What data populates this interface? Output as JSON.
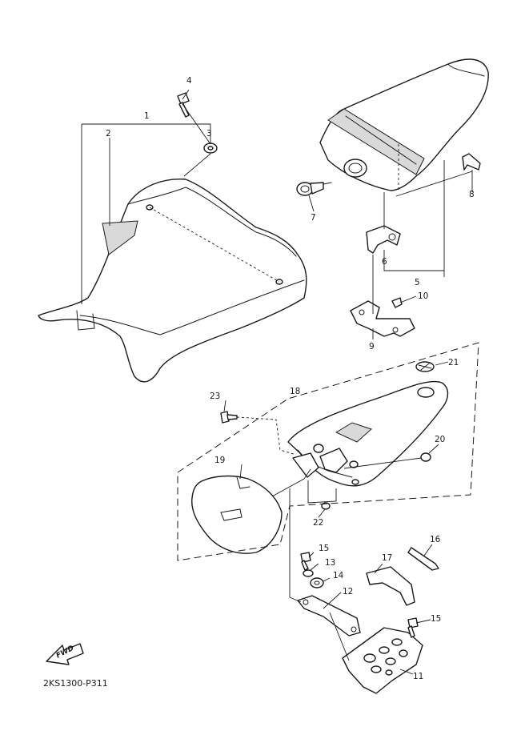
{
  "diagram": {
    "drawing_code": "2KS1300-P311",
    "direction_label": "FWD",
    "callouts": [
      {
        "id": "c1",
        "label": "1"
      },
      {
        "id": "c2",
        "label": "2"
      },
      {
        "id": "c3",
        "label": "3"
      },
      {
        "id": "c4",
        "label": "4"
      },
      {
        "id": "c5",
        "label": "5"
      },
      {
        "id": "c6",
        "label": "6"
      },
      {
        "id": "c7",
        "label": "7"
      },
      {
        "id": "c8",
        "label": "8"
      },
      {
        "id": "c9",
        "label": "9"
      },
      {
        "id": "c10",
        "label": "10"
      },
      {
        "id": "c11",
        "label": "11"
      },
      {
        "id": "c12",
        "label": "12"
      },
      {
        "id": "c13",
        "label": "13"
      },
      {
        "id": "c14",
        "label": "14"
      },
      {
        "id": "c15a",
        "label": "15"
      },
      {
        "id": "c15b",
        "label": "15"
      },
      {
        "id": "c16",
        "label": "16"
      },
      {
        "id": "c17",
        "label": "17"
      },
      {
        "id": "c18",
        "label": "18"
      },
      {
        "id": "c19",
        "label": "19"
      },
      {
        "id": "c20",
        "label": "20"
      },
      {
        "id": "c21",
        "label": "21"
      },
      {
        "id": "c22",
        "label": "22"
      },
      {
        "id": "c23",
        "label": "23"
      }
    ]
  }
}
